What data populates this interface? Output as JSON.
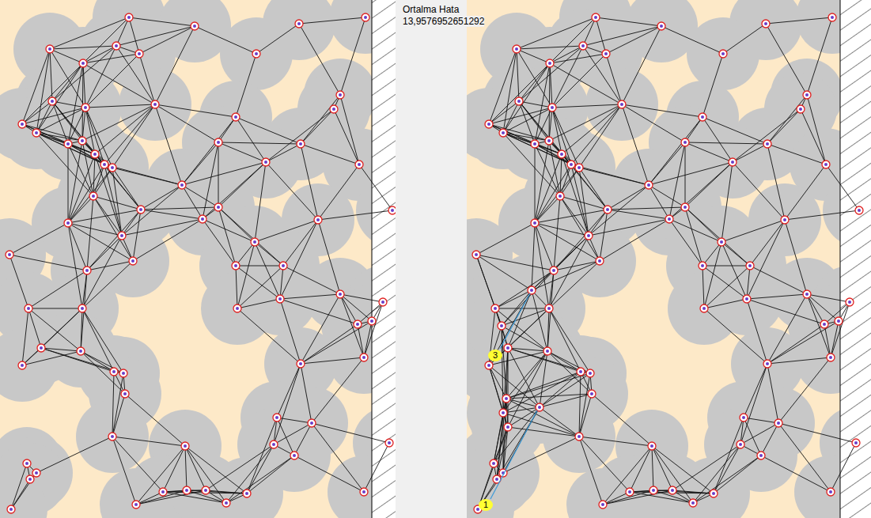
{
  "diagram": {
    "nodes": [
      {
        "text": [
          "3"
        ]
      },
      {
        "text": [
          "1"
        ]
      }
    ],
    "edges": [],
    "labels": [
      "Ortalma Hata",
      "13,9576952651292"
    ]
  }
}
